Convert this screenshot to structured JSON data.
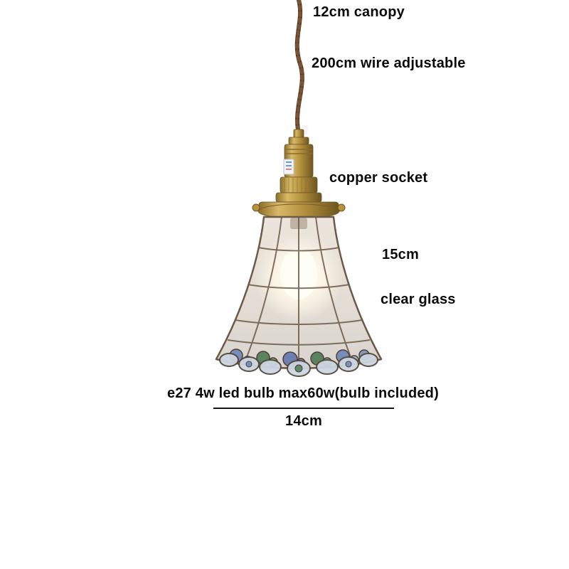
{
  "annotations": {
    "canopy": "12cm canopy",
    "wire": "200cm wire adjustable",
    "socket": "copper socket",
    "shade_height": "15cm",
    "glass": "clear glass",
    "bulb": "e27 4w led bulb max60w(bulb included)",
    "shade_width": "14cm"
  },
  "colors": {
    "background": "#ffffff",
    "text": "#0a0a0a",
    "wire_brown": "#4a2f1d",
    "brass": "#c2a04a",
    "glass": "#e6dfd6",
    "leading": "#6b5a47",
    "flower_blue": "#5e77ad",
    "flower_purple": "#8a79b0",
    "flower_green": "#4e7a52",
    "petal_blue": "#ccd6e1"
  }
}
